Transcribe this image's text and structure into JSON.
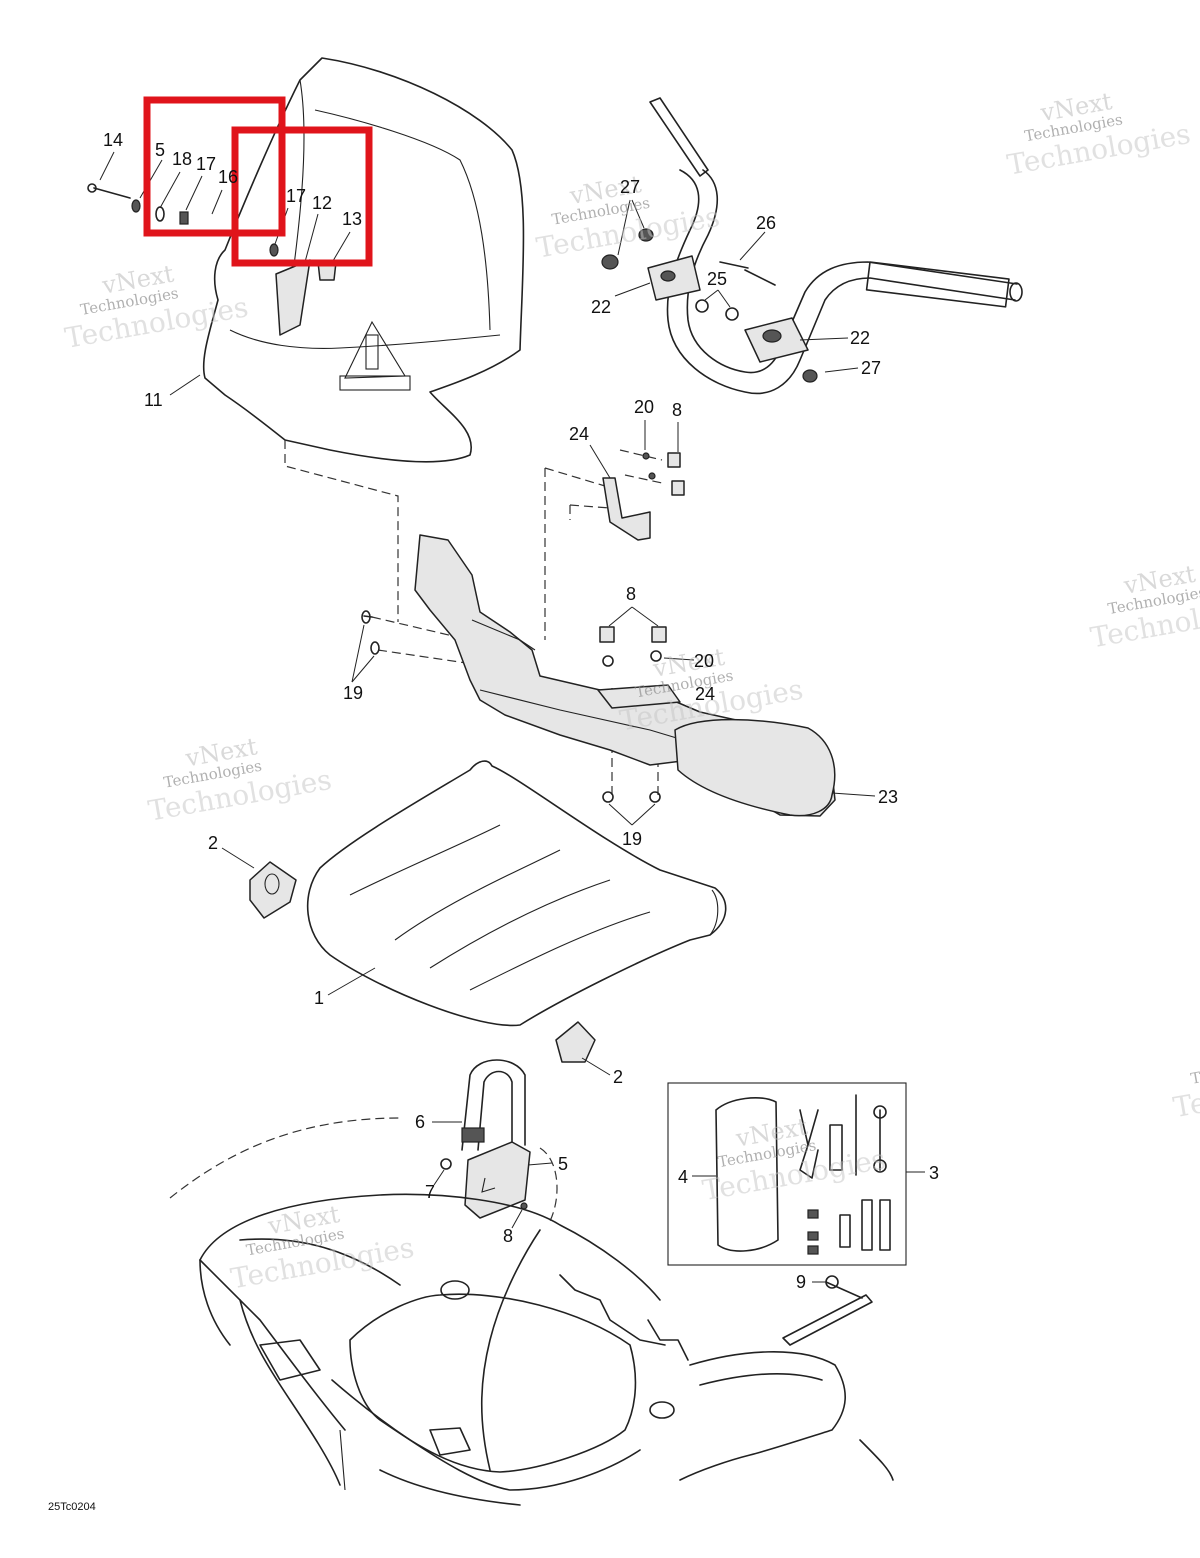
{
  "diagram_code": "25Tc0204",
  "watermark": {
    "line1": "vNext",
    "line2": "Technologies",
    "line3": "Technologies"
  },
  "callouts": [
    {
      "id": "c14",
      "text": "14"
    },
    {
      "id": "c5a",
      "text": "5"
    },
    {
      "id": "c18",
      "text": "18"
    },
    {
      "id": "c17a",
      "text": "17"
    },
    {
      "id": "c16",
      "text": "16"
    },
    {
      "id": "c17b",
      "text": "17"
    },
    {
      "id": "c12",
      "text": "12"
    },
    {
      "id": "c13",
      "text": "13"
    },
    {
      "id": "c11",
      "text": "11"
    },
    {
      "id": "c27a",
      "text": "27"
    },
    {
      "id": "c26",
      "text": "26"
    },
    {
      "id": "c25",
      "text": "25"
    },
    {
      "id": "c22a",
      "text": "22"
    },
    {
      "id": "c22b",
      "text": "22"
    },
    {
      "id": "c27b",
      "text": "27"
    },
    {
      "id": "c20a",
      "text": "20"
    },
    {
      "id": "c8a",
      "text": "8"
    },
    {
      "id": "c24a",
      "text": "24"
    },
    {
      "id": "c8b",
      "text": "8"
    },
    {
      "id": "c20b",
      "text": "20"
    },
    {
      "id": "c24b",
      "text": "24"
    },
    {
      "id": "c19a",
      "text": "19"
    },
    {
      "id": "c23",
      "text": "23"
    },
    {
      "id": "c19b",
      "text": "19"
    },
    {
      "id": "c2a",
      "text": "2"
    },
    {
      "id": "c1",
      "text": "1"
    },
    {
      "id": "c2b",
      "text": "2"
    },
    {
      "id": "c6",
      "text": "6"
    },
    {
      "id": "c5b",
      "text": "5"
    },
    {
      "id": "c7",
      "text": "7"
    },
    {
      "id": "c8c",
      "text": "8"
    },
    {
      "id": "c4",
      "text": "4"
    },
    {
      "id": "c3",
      "text": "3"
    },
    {
      "id": "c9",
      "text": "9"
    }
  ],
  "colors": {
    "line": "#222222",
    "highlight": "#e0141b",
    "watermark": "#b9b9b9"
  }
}
